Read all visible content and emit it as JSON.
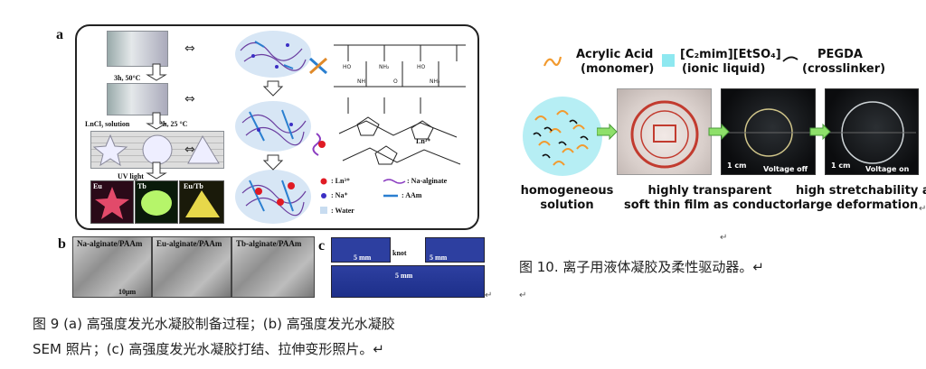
{
  "fig9": {
    "panel_a": "a",
    "panel_b": "b",
    "panel_c": "c",
    "step1": "3h, 50°C",
    "step2": "LnCl₃ solution",
    "step3": "3h, 25 °C",
    "uv": "UV light",
    "eu": "Eu",
    "tb": "Tb",
    "eutb": "Eu/Tb",
    "legend": {
      "ln": ": Ln³⁺",
      "na_alg": ": Na-alginate",
      "na": ": Na⁺",
      "aam": ": AAm",
      "water": ": Water"
    },
    "ln_label": "Ln³⁺",
    "sem": [
      "Na-alginate/PAAm",
      "Eu-alginate/PAAm",
      "Tb-alginate/PAAm"
    ],
    "scale10": "10μm",
    "c_5mm_1": "5 mm",
    "c_5mm_2": "5 mm",
    "c_5mm_3": "5 mm",
    "c_knot": "knot",
    "caption_line1": "图  9 (a)  高强度发光水凝胶制备过程；(b)   高强度发光水凝胶",
    "caption_line2": "SEM 照片；(c)  高强度发光水凝胶打结、拉伸变形照片。↵"
  },
  "fig10": {
    "leg1a": "Acrylic Acid",
    "leg1b": "(monomer)",
    "leg2a": "[C₂mim][EtSO₄]",
    "leg2b": "(ionic liquid)",
    "leg3a": "PEGDA",
    "leg3b": "(crosslinker)",
    "l1a": "homogeneous",
    "l1b": "solution",
    "l2a": "highly transparent",
    "l2b": "soft thin film as conductor",
    "l3a": "high stretchability and",
    "l3b": "large deformation",
    "cm1": "1 cm",
    "cm2": "1 cm",
    "voff": "Voltage off",
    "von": "Voltage on",
    "caption": "图  10.  离子用液体凝胶及柔性驱动器。↵"
  },
  "ret": "↵"
}
